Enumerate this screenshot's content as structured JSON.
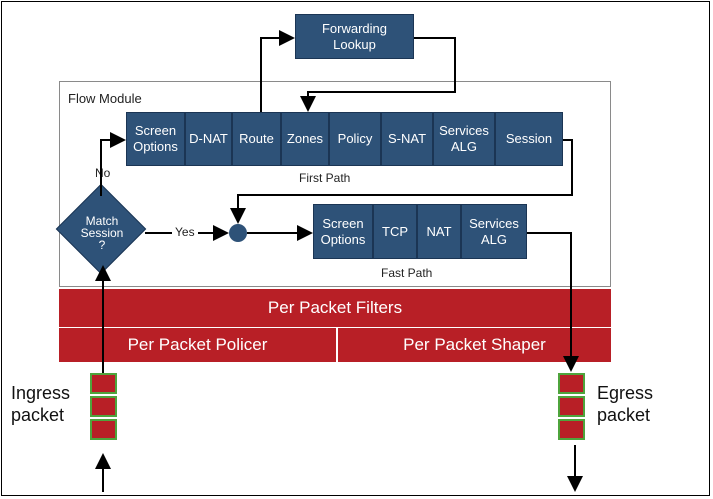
{
  "forwarding_lookup": "Forwarding\nLookup",
  "flow_module": {
    "label": "Flow Module"
  },
  "first_path": {
    "label": "First Path",
    "steps": [
      "Screen\nOptions",
      "D-NAT",
      "Route",
      "Zones",
      "Policy",
      "S-NAT",
      "Services\nALG",
      "Session"
    ]
  },
  "fast_path": {
    "label": "Fast Path",
    "steps": [
      "Screen\nOptions",
      "TCP",
      "NAT",
      "Services\nALG"
    ]
  },
  "decision": {
    "label": "Match\nSession\n?",
    "no": "No",
    "yes": "Yes"
  },
  "filters": {
    "per_packet_filters": "Per Packet Filters",
    "policer": "Per Packet Policer",
    "shaper": "Per Packet Shaper"
  },
  "ingress": "Ingress\npacket",
  "egress": "Egress\npacket",
  "colors": {
    "box_blue": "#2e5278",
    "filter_red": "#b81f26",
    "queue_border": "#4ea43c"
  }
}
